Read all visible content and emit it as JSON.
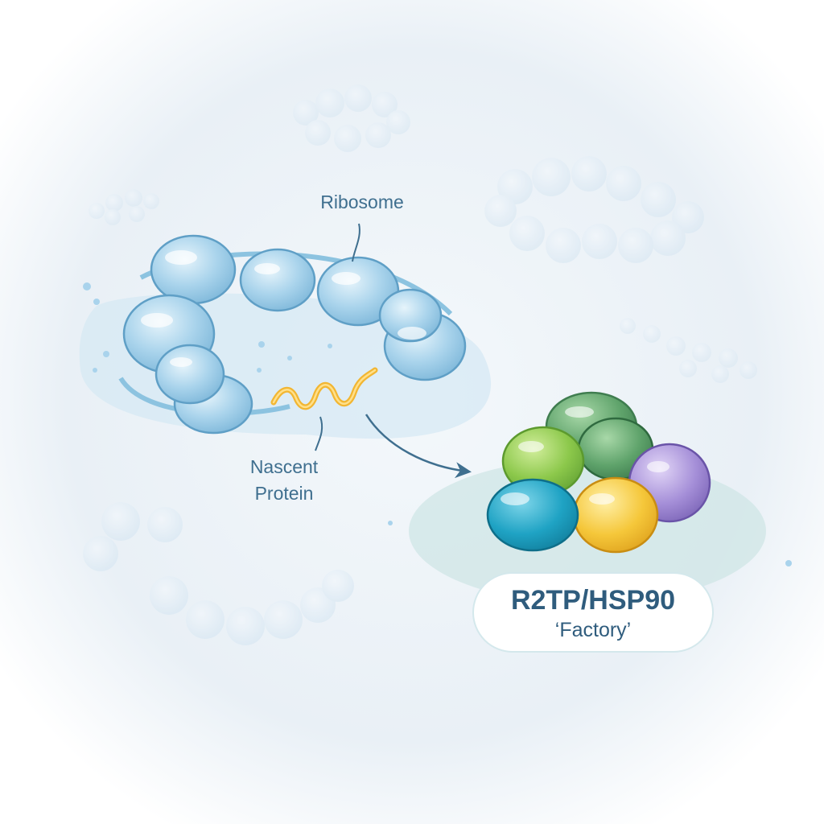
{
  "labels": {
    "ribosome": "Ribosome",
    "nascent_line1": "Nascent",
    "nascent_line2": "Protein"
  },
  "factory": {
    "title": "R2TP/HSP90",
    "subtitle": "‘Factory’"
  },
  "colors": {
    "background_haze": "#e8f0f7",
    "ribosome_fill": "#a9d3ec",
    "ribosome_stroke": "#5f9fc6",
    "nascent_protein": "#f2b632",
    "arrow": "#3f6f8f",
    "factory_base": "#cfe6e6",
    "subunit_blue": "#1fa3c4",
    "subunit_green": "#8cc84b",
    "subunit_darkgreen": "#5fa36b",
    "subunit_purple": "#a58fd8",
    "subunit_yellow": "#f5c73a"
  }
}
